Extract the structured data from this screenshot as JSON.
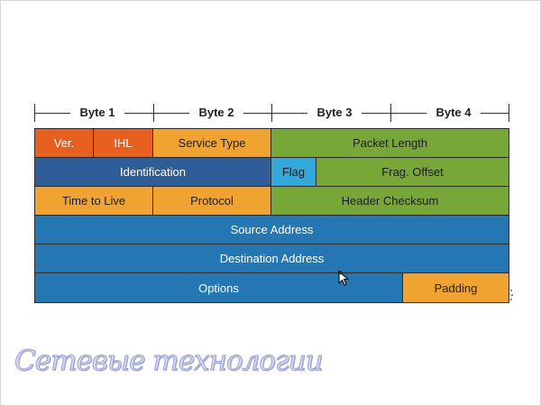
{
  "ruler": {
    "bytes": [
      "Byte 1",
      "Byte 2",
      "Byte 3",
      "Byte 4"
    ]
  },
  "rows": [
    [
      {
        "label": "Ver.",
        "color": "#e8601f"
      },
      {
        "label": "IHL",
        "color": "#e8601f"
      },
      {
        "label": "Service Type",
        "color": "#f0a330"
      },
      {
        "label": "Packet Length",
        "color": "#77a737"
      }
    ],
    [
      {
        "label": "Identification",
        "color": "#2f5d98"
      },
      {
        "label": "Flag",
        "color": "#33a8db"
      },
      {
        "label": "Frag. Offset",
        "color": "#77a737"
      }
    ],
    [
      {
        "label": "Time to Live",
        "color": "#f0a330"
      },
      {
        "label": "Protocol",
        "color": "#f0a330"
      },
      {
        "label": "Header Checksum",
        "color": "#77a737"
      }
    ],
    [
      {
        "label": "Source Address",
        "color": "#2477b3"
      }
    ],
    [
      {
        "label": "Destination Address",
        "color": "#2477b3"
      }
    ],
    [
      {
        "label": "Options",
        "color": "#2477b3"
      },
      {
        "label": "Padding",
        "color": "#f0a330"
      }
    ]
  ],
  "watermark": "Сетевые технологии",
  "colors": {
    "orange": "#e8601f",
    "amber": "#f0a330",
    "green": "#77a737",
    "navy": "#2f5d98",
    "cyan": "#33a8db",
    "blue": "#2477b3"
  }
}
